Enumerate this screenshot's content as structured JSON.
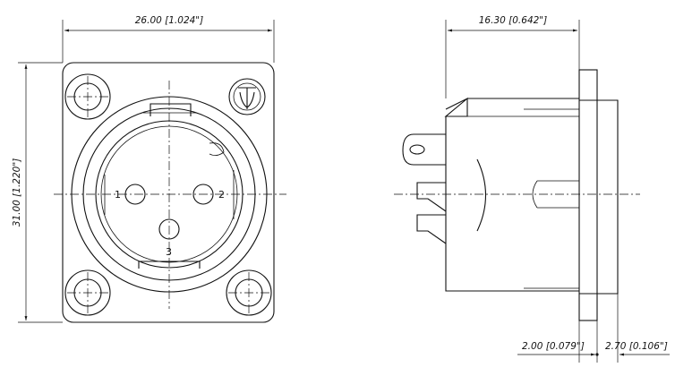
{
  "front_view": {
    "width_dim": "26.00 [1.024\"]",
    "height_dim": "31.00 [1.220\"]",
    "pins": [
      "1",
      "2",
      "3"
    ]
  },
  "side_view": {
    "depth_dim": "16.30 [0.642\"]",
    "flange_dim": "2.00 [0.079\"]",
    "offset_dim": "2.70 [0.106\"]"
  }
}
